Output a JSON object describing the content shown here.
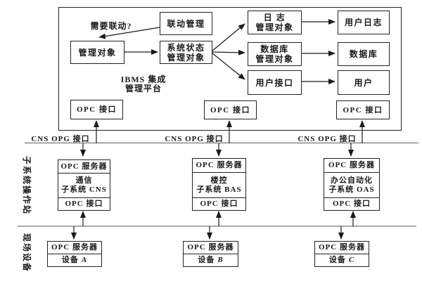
{
  "platform": {
    "title_line1": "IBMS 集成",
    "title_line2": "管理平台",
    "question_label": "需要联动?",
    "linkage_box": "联动管理",
    "mgmt_object_box": "管理对象",
    "system_status_line1": "系统状态",
    "system_status_line2": "管理对象",
    "log_mgmt_line1": "日 志",
    "log_mgmt_line2": "管理对象",
    "db_mgmt_line1": "数据库",
    "db_mgmt_line2": "管理对象",
    "user_interface_box": "用户接口",
    "user_log_box": "用户日志",
    "database_box": "数据库",
    "user_box": "用户",
    "opc_interface_left": "OPC 接口",
    "opc_interface_mid": "OPC 接口",
    "opc_interface_right": "OPC 接口"
  },
  "bus_labels": {
    "left": "CNS OPG 接口",
    "mid": "CNS OPG 接口",
    "right": "CNS OPG 接口"
  },
  "side_labels": {
    "subsystems": "子系统操作站",
    "field_devices": "现场设备"
  },
  "subsystems": [
    {
      "server": "OPC 服务器",
      "name_line1": "通信",
      "name_line2": "子系统 CNS",
      "interface": "OPC 接口"
    },
    {
      "server": "OPC 服务器",
      "name_line1": "楼控",
      "name_line2": "子系统 BAS",
      "interface": "OPC 接口"
    },
    {
      "server": "OPC 服务器",
      "name_line1": "办公自动化",
      "name_line2": "子系统 OAS",
      "interface": "OPC 接口"
    }
  ],
  "devices": [
    {
      "server": "OPC 服务器",
      "label": "设备",
      "id": "A"
    },
    {
      "server": "OPC 服务器",
      "label": "设备",
      "id": "B"
    },
    {
      "server": "OPC 服务器",
      "label": "设备",
      "id": "C"
    }
  ],
  "colors": {
    "ink": "#1a1a1a",
    "bus_line": "#777777",
    "background": "#ffffff"
  }
}
